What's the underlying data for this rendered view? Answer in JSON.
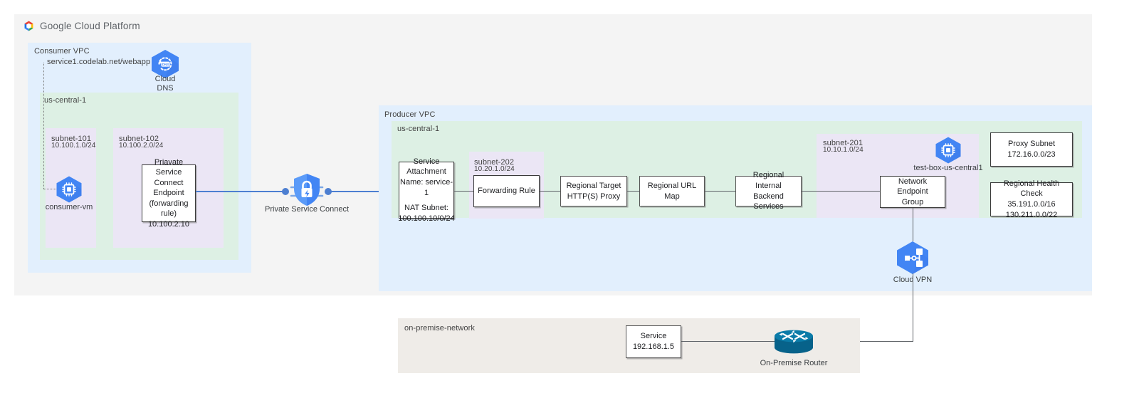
{
  "header": {
    "brand": "Google Cloud Platform",
    "logo_icon": "google-cloud-logo"
  },
  "consumer_vpc": {
    "label": "Consumer VPC",
    "region_label": "us-central-1",
    "dns_record": "service1.codelab.net/webapp",
    "cloud_dns": {
      "icon": "cloud-dns-icon",
      "line1": "Cloud",
      "line2": "DNS"
    },
    "subnets": [
      {
        "name": "subnet-101",
        "cidr": "10.100.1.0/24"
      },
      {
        "name": "subnet-102",
        "cidr": "10.100.2.0/24"
      }
    ],
    "consumer_vm": {
      "icon": "compute-vm-icon",
      "label": "consumer-vm"
    },
    "psc_endpoint": {
      "line1": "Priavate Service",
      "line2": "Connect Endpoint",
      "line3": "(forwarding rule)",
      "line4": "10.100.2.10"
    }
  },
  "private_service_connect": {
    "icon": "private-service-connect-icon",
    "label": "Private Service Connect"
  },
  "producer_vpc": {
    "label": "Producer VPC",
    "region_label": "us-central-1",
    "service_attachment": {
      "line1": "Service",
      "line2": "Attachment",
      "line3": "Name: service-1",
      "line4": "NAT Subnet:",
      "line5": "100.100.10/0/24"
    },
    "subnet_202": {
      "name": "subnet-202",
      "cidr": "10.20.1.0/24"
    },
    "forwarding_rule": "Forwarding Rule",
    "target_proxy": {
      "line1": "Regional Target",
      "line2": "HTTP(S) Proxy"
    },
    "url_map": "Regional URL Map",
    "backend_services": {
      "line1": "Regional Internal",
      "line2": "Backend Services"
    },
    "subnet_201": {
      "name": "subnet-201",
      "cidr": "10.10.1.0/24"
    },
    "test_box": {
      "icon": "compute-vm-icon",
      "label": "test-box-us-central1"
    },
    "network_endpoint_group": {
      "line1": "Network Endpoint",
      "line2": "Group"
    },
    "proxy_subnet": {
      "line1": "Proxy Subnet",
      "line2": "172.16.0.0/23"
    },
    "health_check": {
      "line1": "Regional Health Check",
      "line2": "35.191.0.0/16",
      "line3": "130.211.0.0/22"
    }
  },
  "cloud_vpn": {
    "icon": "cloud-vpn-icon",
    "label": "Cloud VPN"
  },
  "on_premise": {
    "label": "on-premise-network",
    "service": {
      "line1": "Service",
      "line2": "192.168.1.5"
    },
    "router": {
      "icon": "router-icon",
      "label": "On-Premise Router"
    }
  },
  "colors": {
    "panel_gray": "#f4f4f4",
    "vpc_blue": "#e2effd",
    "region_green": "#ddf0e4",
    "subnet_purple": "#ebe6f5",
    "onprem_beige": "#efece8",
    "gcp_blue": "#4285f4",
    "psc_blue": "#4a90e8",
    "router_teal": "#07628a",
    "link_blue": "#4d7fd1",
    "connector_gray": "#5f6368"
  }
}
